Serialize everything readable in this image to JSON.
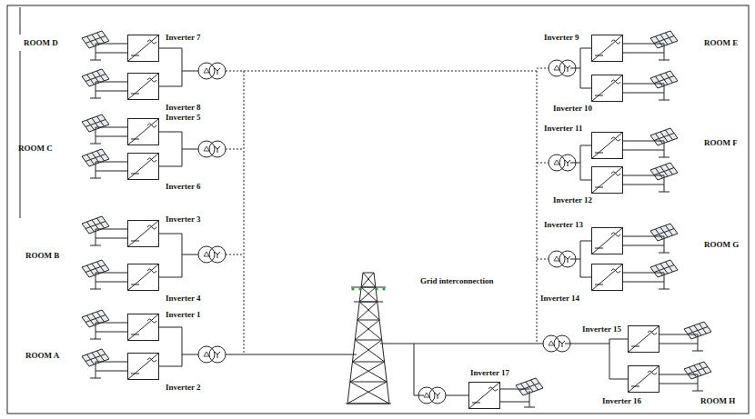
{
  "diagram": {
    "nodes": [
      {
        "text": [
          "Inverter 1"
        ]
      },
      {
        "text": [
          "Inverter 2"
        ]
      },
      {
        "text": [
          "Inverter 3"
        ]
      },
      {
        "text": [
          "Inverter 4"
        ]
      },
      {
        "text": [
          "Inverter 5"
        ]
      },
      {
        "text": [
          "Inverter 6"
        ]
      },
      {
        "text": [
          "Inverter 7"
        ]
      },
      {
        "text": [
          "Inverter 8"
        ]
      },
      {
        "text": [
          "Inverter 9"
        ]
      },
      {
        "text": [
          "Inverter 10"
        ]
      },
      {
        "text": [
          "Inverter 11"
        ]
      },
      {
        "text": [
          "Inverter 12"
        ]
      },
      {
        "text": [
          "Inverter 13"
        ]
      },
      {
        "text": [
          "Inverter 14"
        ]
      },
      {
        "text": [
          "Inverter 15"
        ]
      },
      {
        "text": [
          "Inverter 16"
        ]
      },
      {
        "text": [
          "Inverter 17"
        ]
      }
    ],
    "labels": [
      "ROOM D",
      "ROOM C",
      "ROOM B",
      "ROOM A",
      "ROOM E",
      "ROOM F",
      "ROOM G",
      "ROOM H",
      "Grid interconnection"
    ]
  }
}
